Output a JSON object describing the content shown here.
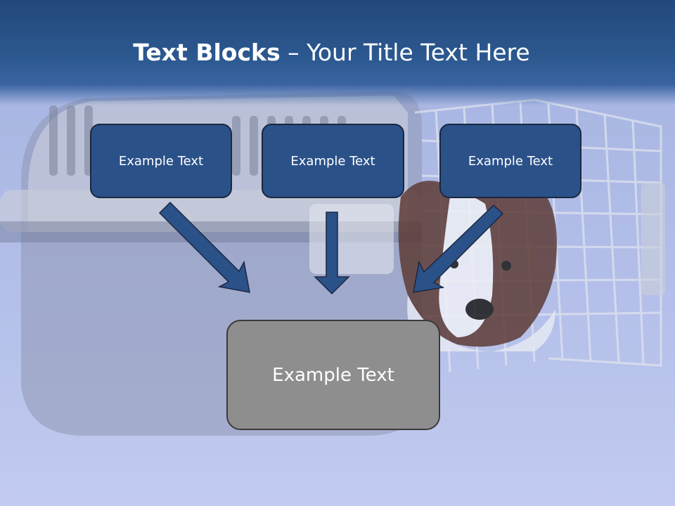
{
  "slide": {
    "title_bold": "Text Blocks",
    "title_rest": " – Your Title Text Here"
  },
  "boxes": [
    {
      "label": "Example Text"
    },
    {
      "label": "Example Text"
    },
    {
      "label": "Example Text"
    }
  ],
  "result_box": {
    "label": "Example Text"
  },
  "colors": {
    "header": "#2c5890",
    "box_fill": "#2b5189",
    "box_border": "#1b2740",
    "result_fill": "#8e8e8e",
    "arrow": "#2b5189"
  },
  "background_image": "dog-in-pet-carrier"
}
